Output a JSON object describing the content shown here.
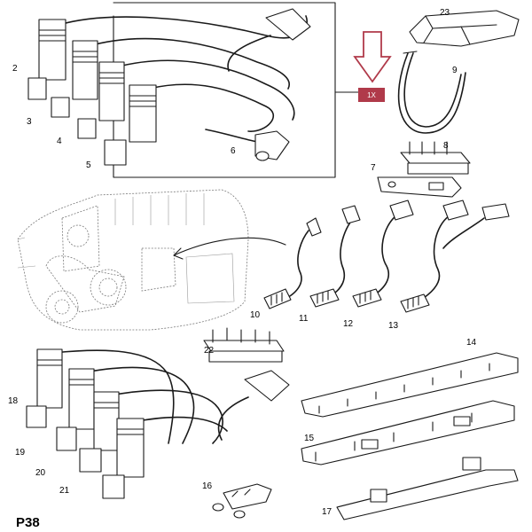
{
  "page_label": "P38",
  "quantity_badge": {
    "text": "1X",
    "color": "#b03a4a",
    "arrow_color": "#b03a4a"
  },
  "callouts": {
    "c2": "2",
    "c3": "3",
    "c4": "4",
    "c5": "5",
    "c6": "6",
    "c7": "7",
    "c8": "8",
    "c9": "9",
    "c10": "10",
    "c11": "11",
    "c12": "12",
    "c13": "13",
    "c14": "14",
    "c15": "15",
    "c16": "16",
    "c17": "17",
    "c18": "18",
    "c19": "19",
    "c20": "20",
    "c21": "21",
    "c22": "22",
    "c23": "23"
  }
}
